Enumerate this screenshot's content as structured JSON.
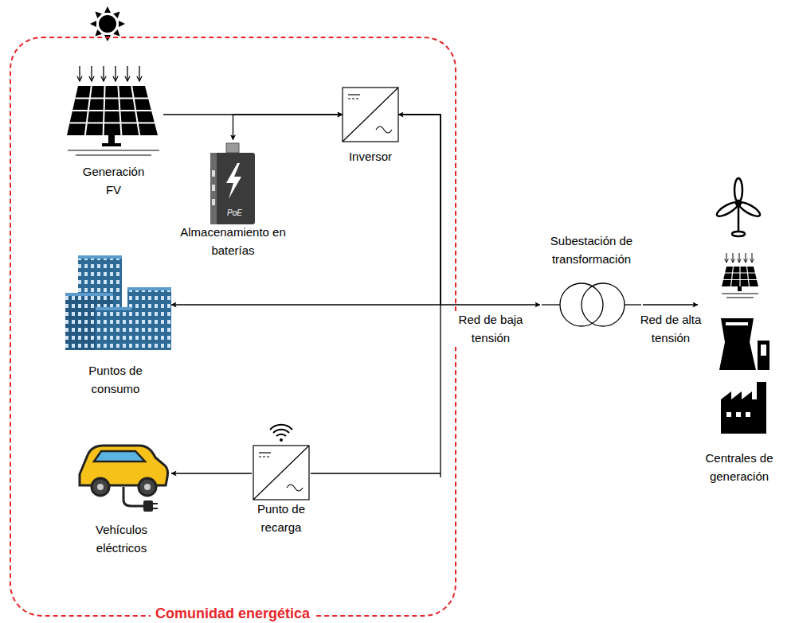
{
  "diagram": {
    "nodes": [
      {
        "text": [
          "Comunidad energética"
        ]
      },
      {
        "text": [
          "Generación FV"
        ],
        "in": 0
      },
      {
        "text": [
          "Almacenamiento en baterías"
        ],
        "in": 0
      },
      {
        "text": [
          "Inversor"
        ],
        "in": 0
      },
      {
        "text": [
          "Puntos de consumo"
        ],
        "in": 0
      },
      {
        "text": [
          "Punto de recarga"
        ],
        "in": 0
      },
      {
        "text": [
          "Vehículos eléctricos"
        ],
        "in": 0
      },
      {
        "text": [
          "Subestación de transformación"
        ]
      },
      {
        "text": [
          "Centrales de generación"
        ]
      }
    ],
    "edges": [
      {
        "from": 1,
        "to": 3,
        "arrow": "to"
      },
      {
        "from": 2,
        "to": 3,
        "arrow": "both"
      },
      {
        "from": 3,
        "to": 7,
        "label": "Red de baja tensión",
        "arrow": "both"
      },
      {
        "from": 3,
        "to": 4,
        "arrow": "to"
      },
      {
        "from": 3,
        "to": 5,
        "arrow": "none"
      },
      {
        "from": 5,
        "to": 6,
        "arrow": "to"
      },
      {
        "from": 7,
        "to": 8,
        "label": "Red de alta tensión",
        "arrow": "to"
      }
    ],
    "labels": [
      "PoE"
    ]
  }
}
